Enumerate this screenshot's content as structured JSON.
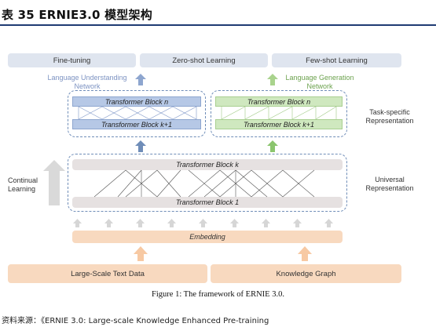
{
  "heading": "表 35 ERNIE3.0 模型架构",
  "top_buttons": [
    "Fine-tuning",
    "Zero-shot Learning",
    "Few-shot Learning"
  ],
  "nlu_label": "Language Understanding Network",
  "nlg_label": "Language Generation Network",
  "understanding_blocks": [
    "Transformer Block n",
    "Transformer Block k+1"
  ],
  "generation_blocks": [
    "Transformer Block n",
    "Transformer Block k+1"
  ],
  "universal_blocks": [
    "Transformer Block k",
    "Transformer Block 1"
  ],
  "task_label": "Task-specific Representation",
  "universal_label": "Universal Representation",
  "continual_label": "Continual Learning",
  "embedding_label": "Embedding",
  "inputs": [
    "Large-Scale Text Data",
    "Knowledge Graph"
  ],
  "caption": "Figure 1: The framework of ERNIE 3.0.",
  "footer_text": "资料来源：《ERNIE 3.0: Large-scale Knowledge Enhanced Pre-training"
}
